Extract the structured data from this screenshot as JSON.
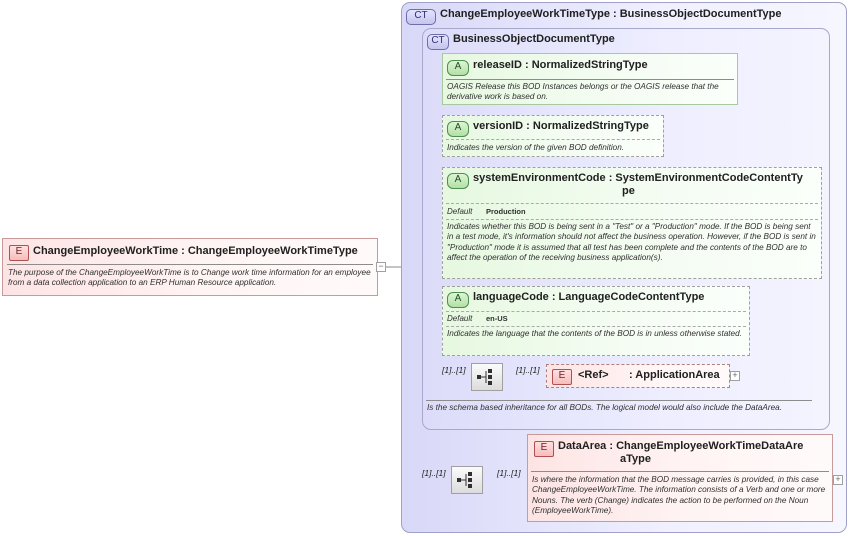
{
  "root": {
    "badge": "E",
    "title": "ChangeEmployeeWorkTime : ChangeEmployeeWorkTimeType",
    "doc": "The purpose of the ChangeEmployeeWorkTime is to Change work time information for an employee from a data collection application to an ERP Human Resource application."
  },
  "outer": {
    "badge": "CT",
    "title": "ChangeEmployeeWorkTimeType : BusinessObjectDocumentType"
  },
  "inner": {
    "badge": "CT",
    "title": "BusinessObjectDocumentType",
    "doc": "Is the schema based inheritance for all BODs. The logical model would also include the DataArea."
  },
  "attributes": [
    {
      "badge": "A",
      "title": "releaseID : NormalizedStringType",
      "doc": "OAGIS Release this BOD Instances belongs or the OAGIS release that the derivative work is based on."
    },
    {
      "badge": "A",
      "title": "versionID : NormalizedStringType",
      "doc": "Indicates the version of the given BOD definition."
    },
    {
      "badge": "A",
      "title_line1": "systemEnvironmentCode : SystemEnvironmentCodeContentTy",
      "title_line2": "pe",
      "default_label": "Default",
      "default_value": "Production",
      "doc": "Indicates whether this BOD is being sent in a \"Test\" or a \"Production\" mode. If the BOD is being sent in a test mode, it's information should not affect the business operation. However, if the BOD is sent in \"Production\" mode it is assumed that all test has been complete and the contents of the BOD are to affect the operation of the receiving business application(s)."
    },
    {
      "badge": "A",
      "title": "languageCode : LanguageCodeContentType",
      "default_label": "Default",
      "default_value": "en-US",
      "doc": "Indicates the language that the contents of the BOD is in unless otherwise stated."
    }
  ],
  "app_area": {
    "card_left": "[1]..[1]",
    "card_right": "[1]..[1]",
    "badge": "E",
    "ref": "<Ref>",
    "title": ": ApplicationArea"
  },
  "data_area": {
    "card_left": "[1]..[1]",
    "card_right": "[1]..[1]",
    "badge": "E",
    "title_line1": "DataArea : ChangeEmployeeWorkTimeDataAre",
    "title_line2": "aType",
    "doc": "Is where the information that the BOD message carries is provided, in this case ChangeEmployeeWorkTime. The information consists of a Verb and one or more Nouns. The verb (Change) indicates the action to be performed on the Noun (EmployeeWorkTime)."
  },
  "colors": {
    "complex_type": "#e8e8fc",
    "attribute": "#e6f8e0",
    "element": "#fde4e4"
  },
  "icons": [
    "sequence-compositor-icon",
    "expand-plus-icon",
    "collapse-minus-icon"
  ]
}
